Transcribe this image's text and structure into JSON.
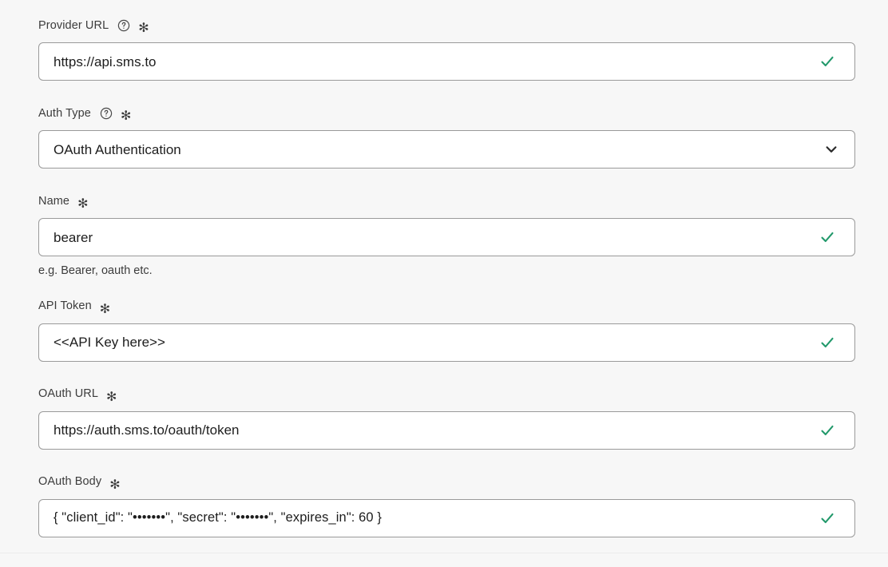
{
  "theme": {
    "page_background": "#f7f7f7",
    "input_background": "#ffffff",
    "input_border": "#9a9a9a",
    "text_color": "#1d1d1d",
    "label_color": "#3c3c3c",
    "valid_check_color": "#22996b"
  },
  "form": {
    "fields": [
      {
        "id": "provider-url",
        "label": "Provider URL",
        "required_marker": "✻",
        "has_help_icon": true,
        "help_icon": "question-circle-icon",
        "type": "text",
        "value": "https://api.sms.to",
        "valid": true,
        "validation_icon": "check-icon"
      },
      {
        "id": "auth-type",
        "label": "Auth Type",
        "required_marker": "✻",
        "has_help_icon": true,
        "help_icon": "question-circle-icon",
        "type": "select",
        "value": "OAuth Authentication",
        "dropdown_icon": "chevron-down-icon",
        "valid": false
      },
      {
        "id": "name",
        "label": "Name",
        "required_marker": "✻",
        "has_help_icon": false,
        "type": "text",
        "value": "bearer",
        "hint": "e.g. Bearer, oauth etc.",
        "valid": true,
        "validation_icon": "check-icon"
      },
      {
        "id": "api-token",
        "label": "API Token",
        "required_marker": "✻",
        "has_help_icon": false,
        "type": "text",
        "value": "<<API Key here>>",
        "valid": true,
        "validation_icon": "check-icon"
      },
      {
        "id": "oauth-url",
        "label": "OAuth URL",
        "required_marker": "✻",
        "has_help_icon": false,
        "type": "text",
        "value": "https://auth.sms.to/oauth/token",
        "valid": true,
        "validation_icon": "check-icon"
      },
      {
        "id": "oauth-body",
        "label": "OAuth Body",
        "required_marker": "✻",
        "has_help_icon": false,
        "type": "text",
        "value": "{    \"client_id\": \"•••••••\",    \"secret\": \"•••••••\",    \"expires_in\": 60 }",
        "valid": true,
        "validation_icon": "check-icon"
      }
    ]
  }
}
